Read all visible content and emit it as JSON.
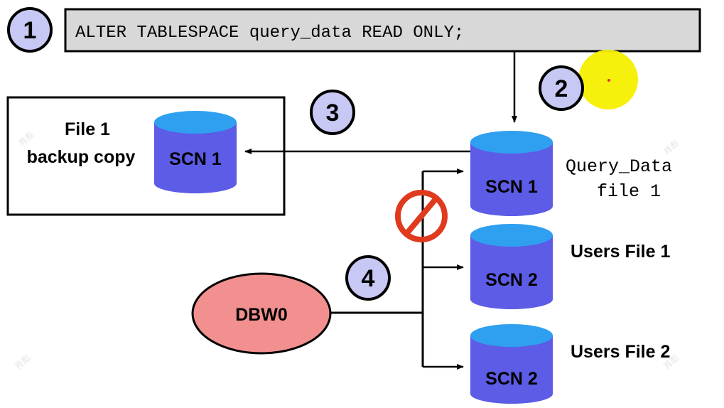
{
  "sql_statement": "ALTER TABLESPACE query_data READ ONLY;",
  "steps": [
    "1",
    "2",
    "3",
    "4"
  ],
  "backup": {
    "label_line1": "File 1",
    "label_line2": "backup copy",
    "disk_label": "SCN 1"
  },
  "datafiles": [
    {
      "disk_label": "SCN 1",
      "name_line1": "Query_Data",
      "name_line2": "file 1"
    },
    {
      "disk_label": "SCN 2",
      "name_line1": "Users File 1"
    },
    {
      "disk_label": "SCN 2",
      "name_line1": "Users File 2"
    }
  ],
  "process": {
    "label": "DBW0"
  },
  "watermark": "肖彪",
  "colors": {
    "disk_body": "#5c5ce6",
    "disk_top": "#2f9ff0",
    "step_circle": "#c8c8f4",
    "sql_box": "#d8d8d8",
    "process_fill": "#f29090",
    "prohibited": "#e03a1e",
    "cursor_highlight": "#f5ef00"
  },
  "icons": {
    "prohibited": "prohibited-icon",
    "cursor": "cursor-highlight-icon"
  }
}
